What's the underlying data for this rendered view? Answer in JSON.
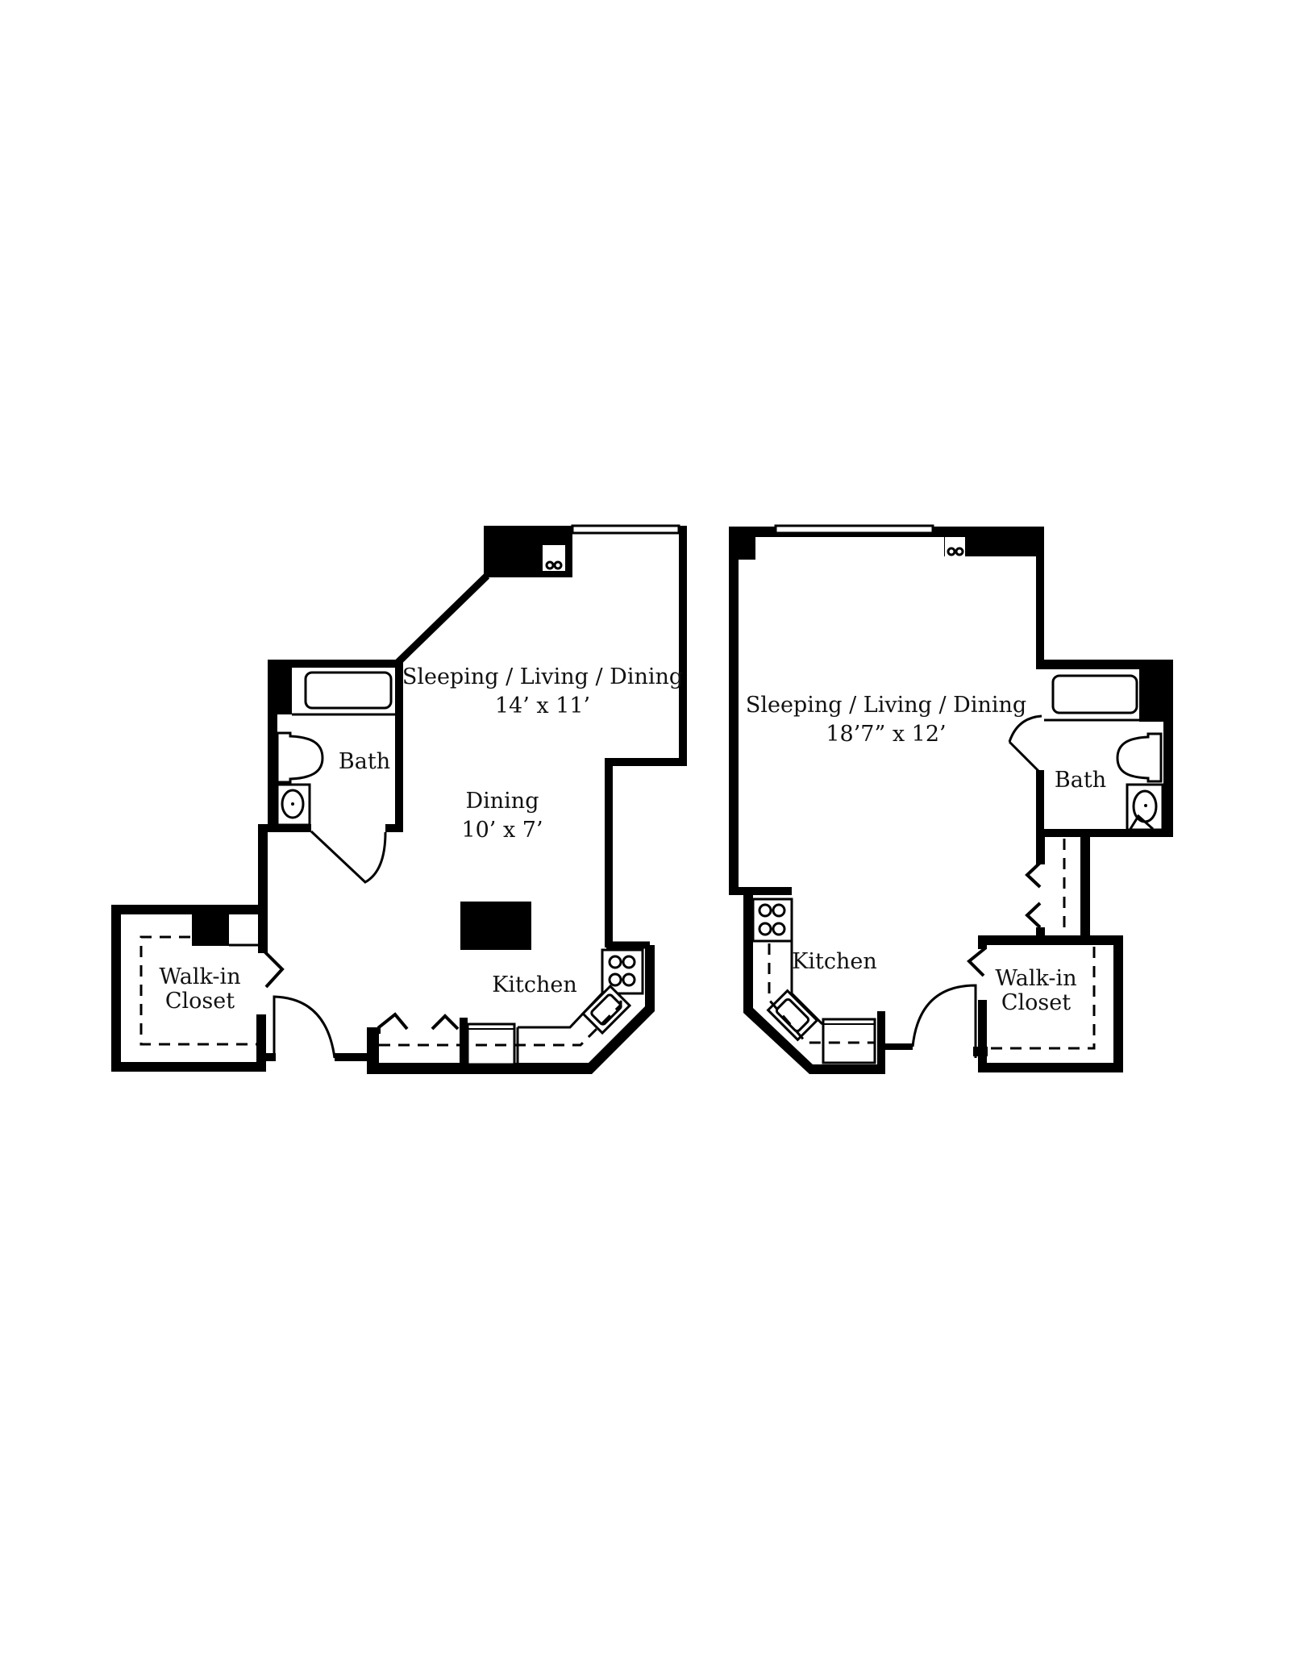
{
  "plans": [
    {
      "id": "plan-a",
      "rooms": {
        "main": {
          "name": "Sleeping / Living / Dining",
          "size": "14’ x 11’"
        },
        "dining": {
          "name": "Dining",
          "size": "10’ x 7’"
        },
        "bath": {
          "name": "Bath"
        },
        "closet": {
          "line1": "Walk-in",
          "line2": "Closet"
        },
        "kitchen": {
          "name": "Kitchen"
        }
      }
    },
    {
      "id": "plan-b",
      "rooms": {
        "main": {
          "name": "Sleeping / Living / Dining",
          "size": "18’7” x 12’"
        },
        "bath": {
          "name": "Bath"
        },
        "closet": {
          "line1": "Walk-in",
          "line2": "Closet"
        },
        "kitchen": {
          "name": "Kitchen"
        }
      }
    }
  ],
  "colors": {
    "ink": "#000000",
    "background": "#ffffff"
  }
}
